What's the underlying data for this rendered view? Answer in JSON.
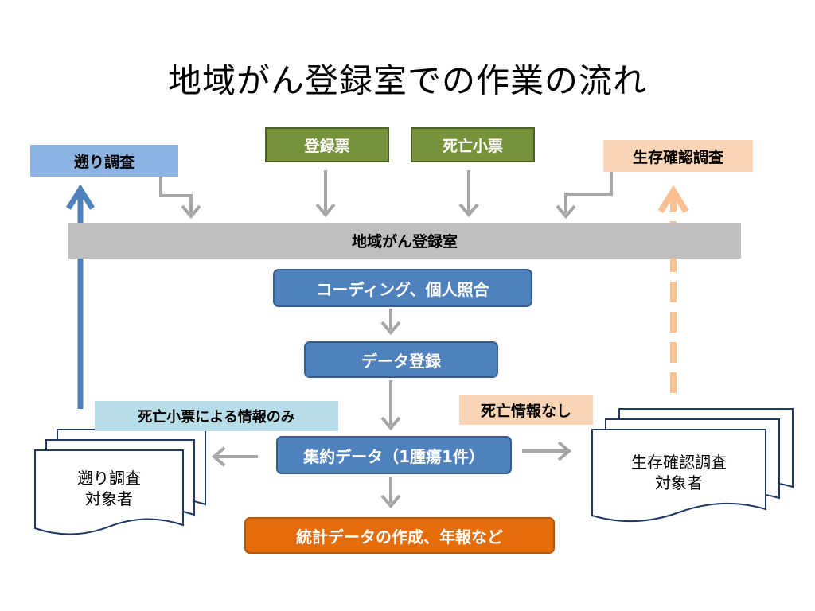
{
  "title": "地域がん登録室での作業の流れ",
  "inputs": {
    "registration_form": "登録票",
    "death_form": "死亡小票",
    "retro_survey": "遡り調査",
    "survival_survey": "生存確認調査"
  },
  "registry_bar": "地域がん登録室",
  "process": {
    "coding": "コーディング、個人照合",
    "data_entry": "データ登録",
    "aggregate": "集約データ（1腫瘍1件）",
    "statistics": "統計データの作成、年報など"
  },
  "notes": {
    "death_only": "死亡小票による情報のみ",
    "no_death_info": "死亡情報なし"
  },
  "targets": {
    "retro_line1": "遡り調査",
    "retro_line2": "対象者",
    "survival_line1": "生存確認調査",
    "survival_line2": "対象者"
  },
  "colors": {
    "green": "#76923c",
    "light_blue": "#8db3e2",
    "peach": "#fbd5b5",
    "gray_bar": "#bfbfbf",
    "process_blue": "#4f81bd",
    "orange": "#e46c0a",
    "cyan": "#b7dde8",
    "arrow_gray": "#a6a6a6",
    "arrow_blue": "#4f81bd",
    "arrow_peach": "#fac090"
  }
}
